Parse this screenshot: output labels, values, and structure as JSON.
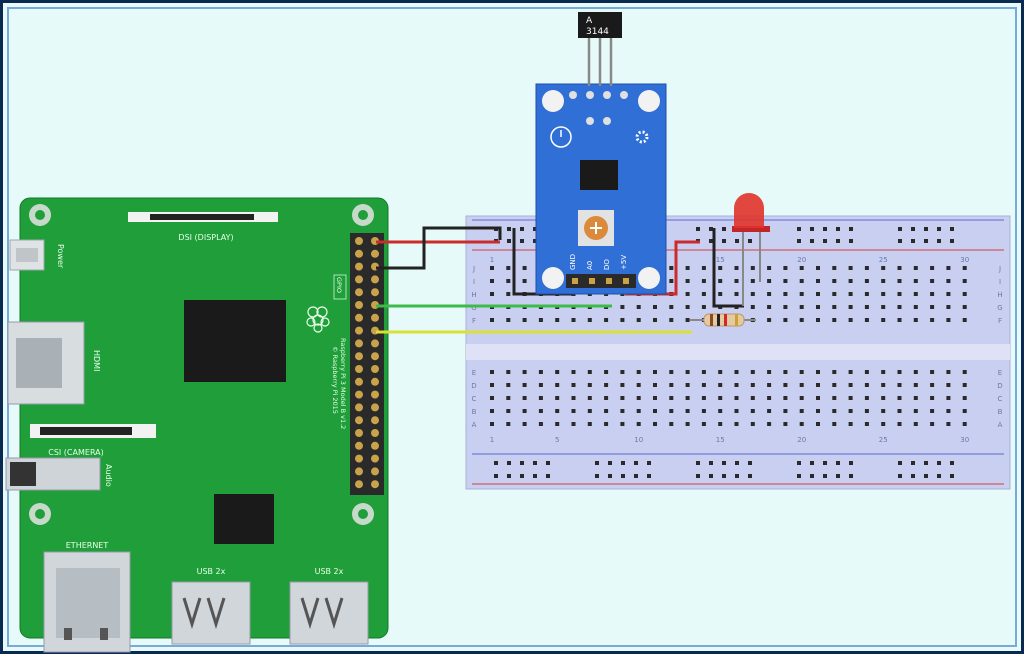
{
  "sensor_chip": {
    "line1": "A",
    "line2": "3144"
  },
  "sensor_module": {
    "pins": [
      "GND",
      "A0",
      "DO",
      "+5V"
    ]
  },
  "pi": {
    "power_label": "Power",
    "dsi_label": "DSI (DISPLAY)",
    "hdmi_label": "HDMI",
    "csi_label": "CSI (CAMERA)",
    "audio_label": "Audio",
    "ethernet_label": "ETHERNET",
    "usb1_label": "USB 2x",
    "usb2_label": "USB 2x",
    "gpio_label": "GPIO",
    "model_line1": "Raspberry Pi 3 Model B v1.2",
    "model_line2": "© Raspberry Pi 2015"
  },
  "breadboard": {
    "col_numbers": [
      "1",
      "5",
      "10",
      "15",
      "20",
      "25",
      "30"
    ],
    "rows_top": [
      "J",
      "I",
      "H",
      "G",
      "F"
    ],
    "rows_bottom": [
      "E",
      "D",
      "C",
      "B",
      "A"
    ]
  },
  "colors": {
    "pi_green": "#1f9e3a",
    "wire_red": "#cc2b2b",
    "wire_black": "#222222",
    "wire_green": "#3dbb4a",
    "wire_yellow": "#d9e234",
    "module_blue": "#2f6fd6",
    "led_red": "#e0332a",
    "breadboard": "#c9cff0"
  }
}
